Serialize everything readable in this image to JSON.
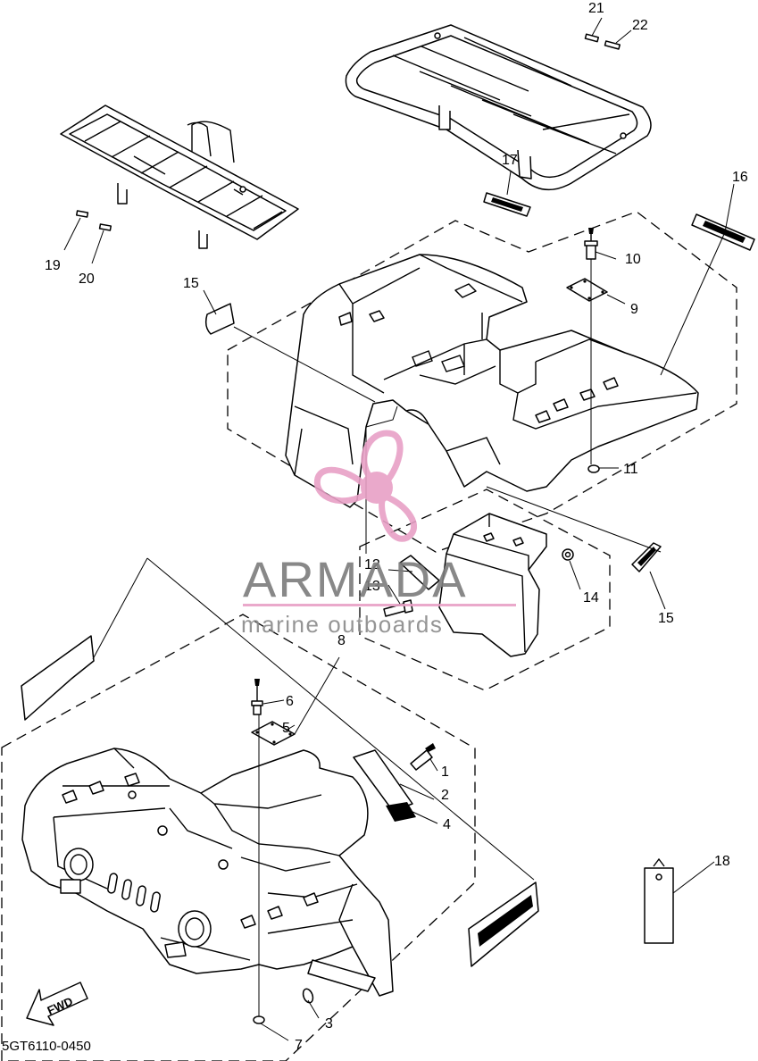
{
  "diagram": {
    "part_code": "5GT6110-0450",
    "forward_marker": "FWD",
    "callouts": [
      "1",
      "2",
      "3",
      "4",
      "5",
      "6",
      "7",
      "8",
      "9",
      "10",
      "11",
      "12",
      "13",
      "14",
      "15",
      "15",
      "16",
      "17",
      "18",
      "19",
      "20",
      "21",
      "22"
    ]
  },
  "watermark": {
    "brand": "ARMADA",
    "tagline": "marine outboards",
    "color": "#e8a0c6"
  }
}
